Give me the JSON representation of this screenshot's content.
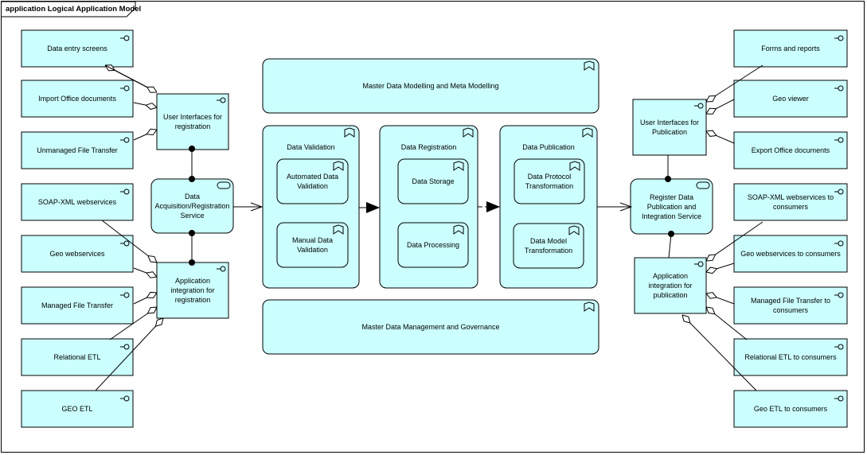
{
  "diagram": {
    "title": "application Logical Application Model",
    "colors": {
      "fill": "#ccffff",
      "stroke": "#000000",
      "background": "#ffffff"
    },
    "left_sources": {
      "ui": [
        "Data entry screens",
        "Import Office documents",
        "Unmanaged File Transfer"
      ],
      "integration": [
        "SOAP-XML webservices",
        "Geo webservices",
        "Managed File Transfer",
        "Relational ETL",
        "GEO ETL"
      ]
    },
    "right_targets": {
      "ui": [
        "Forms and reports",
        "Geo viewer",
        "Export Office documents"
      ],
      "integration": [
        "SOAP-XML webservices to consumers",
        "Geo webservices to consumers",
        "Managed File Transfer to consumers",
        "Relational ETL to consumers",
        "Geo ETL to consumers"
      ]
    },
    "registration": {
      "ui": "User Interfaces for registration",
      "service": "Data Acquisition/Registration Service",
      "integration": "Application integration for registration"
    },
    "publication": {
      "ui": "User Interfaces for Publication",
      "service": "Register Data Publication and Integration Service",
      "integration": "Application integration for publication"
    },
    "functions": {
      "top": "Master Data Modelling and Meta Modelling",
      "bottom": "Master Data Management and Governance",
      "validation": {
        "title": "Data Validation",
        "items": [
          "Automated Data Validation",
          "Manual Data Validation"
        ]
      },
      "registration": {
        "title": "Data Registration",
        "items": [
          "Data Storage",
          "Data Processing"
        ]
      },
      "publication": {
        "title": "Data Publication",
        "items": [
          "Data Protocol Transformation",
          "Data Model Transformation"
        ]
      }
    }
  }
}
